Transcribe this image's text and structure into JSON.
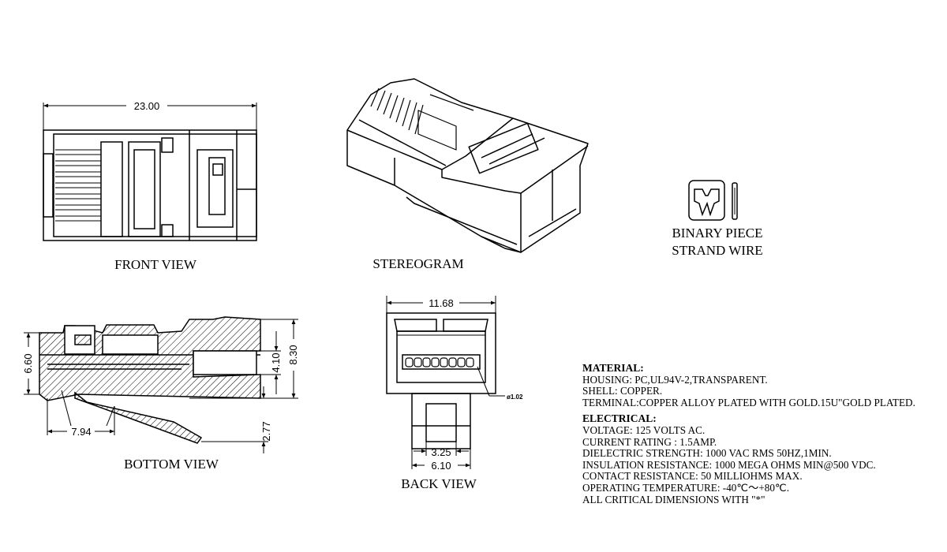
{
  "views": {
    "front": "FRONT VIEW",
    "stereogram": "STEREOGRAM",
    "bottom": "BOTTOM VIEW",
    "back": "BACK VIEW"
  },
  "binary": {
    "line1": "BINARY PIECE",
    "line2": "STRAND WIRE"
  },
  "dimensions": {
    "front_width": "23.00",
    "bottom_height_left": "6.60",
    "bottom_inner": "4.10",
    "bottom_outer": "8.30",
    "bottom_length": "7.94",
    "bottom_latch": "2.77",
    "back_width": "11.68",
    "back_inner": "3.25",
    "back_outer": "6.10",
    "back_pin": "ø1.02"
  },
  "specs": {
    "material_title": "MATERIAL:",
    "material": [
      "HOUSING: PC,UL94V-2,TRANSPARENT.",
      "SHELL: COPPER.",
      "TERMINAL:COPPER ALLOY PLATED WITH GOLD.15U\"GOLD PLATED."
    ],
    "electrical_title": "ELECTRICAL:",
    "electrical": [
      "VOLTAGE: 125 VOLTS AC.",
      "CURRENT RATING : 1.5AMP.",
      "DIELECTRIC STRENGTH: 1000 VAC RMS 50HZ,1MIN.",
      "INSULATION RESISTANCE: 1000 MEGA OHMS MIN@500 VDC.",
      "CONTACT RESISTANCE: 50 MILLIOHMS MAX.",
      "OPERATING TEMPERATURE: -40℃～+80℃.",
      "ALL CRITICAL DIMENSIONS WITH \"*\""
    ]
  }
}
